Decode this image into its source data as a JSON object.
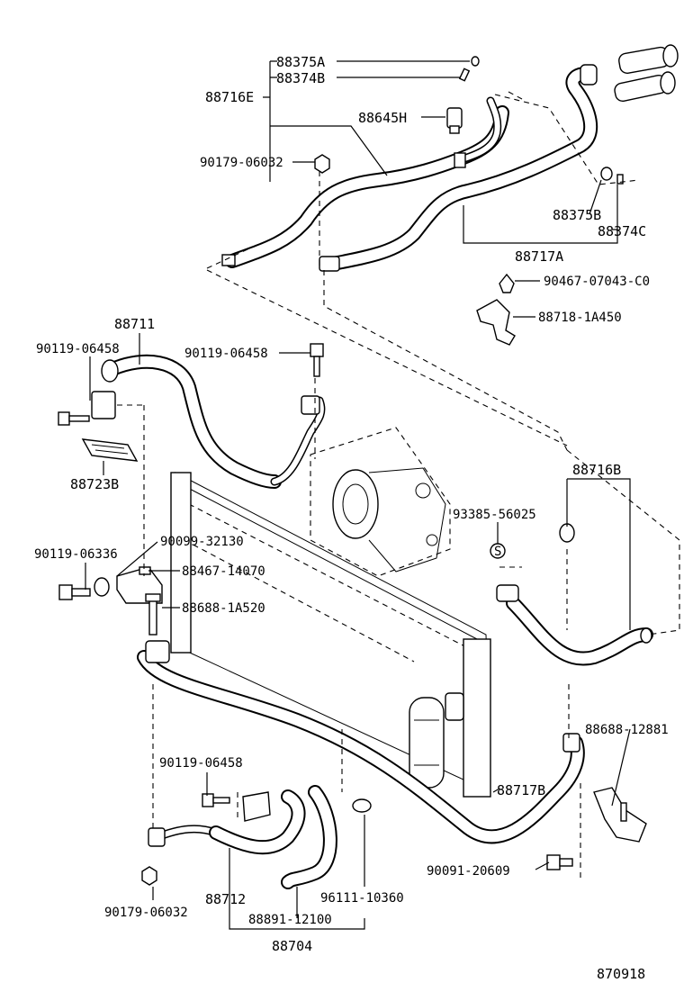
{
  "diagram_id": "870918",
  "labels": {
    "p88375A": "88375A",
    "p88374B": "88374B",
    "p88716E": "88716E",
    "p88645H": "88645H",
    "p90179_top": "90179-06032",
    "p88375B": "88375B",
    "p88374C": "88374C",
    "p88717A": "88717A",
    "p90467": "90467-07043-C0",
    "p88718": "88718-1A450",
    "p88711": "88711",
    "p90119_a": "90119-06458",
    "p90119_b": "90119-06458",
    "p88723B": "88723B",
    "p88716B": "88716B",
    "p93385": "93385-56025",
    "p90119_c": "90119-06336",
    "p90099": "90099-32130",
    "p88467": "88467-14070",
    "p88688_a": "88688-1A520",
    "p88688_b": "88688-12881",
    "p88717B": "88717B",
    "p90119_d": "90119-06458",
    "p90091": "90091-20609",
    "p96111": "96111-10360",
    "p88712": "88712",
    "p90179_bot": "90179-06032",
    "p88891": "88891-12100",
    "p88704": "88704"
  }
}
